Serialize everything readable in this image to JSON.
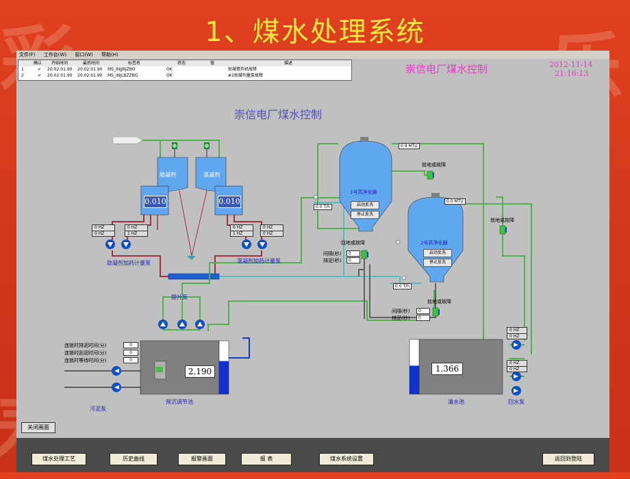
{
  "slide_title": "1、煤水处理系统",
  "menu": [
    "文件(F)",
    "工作台(W)",
    "窗口(W)",
    "帮助(H)"
  ],
  "alarm_table": {
    "headers": [
      "确认",
      "开始时间",
      "最后时间",
      "标签名",
      "状态",
      "值",
      "描述"
    ],
    "rows": [
      {
        "no": "1",
        "ack": "✔",
        "start": "20:02:01.90",
        "last": "20:02:01.90",
        "tag": "MS_INJJBJZBO",
        "state": "OK",
        "value": "",
        "desc": "助凝搅拌机故障"
      },
      {
        "no": "2",
        "ack": "✔",
        "start": "20:02:01.90",
        "last": "20:02:01.90",
        "tag": "MS_INJLBZZBO",
        "state": "OK",
        "value": "",
        "desc": "#2助凝剂量泵故障"
      }
    ]
  },
  "header": {
    "title": "崇信电厂煤水控制",
    "date": "2012-11-14",
    "time": "21:16:13"
  },
  "diagram_title": "崇信电厂煤水控制",
  "tanks": {
    "coagulant_aid": {
      "label": "助凝剂",
      "value": "0.010"
    },
    "coagulant": {
      "label": "混凝剂",
      "value": "0.010"
    }
  },
  "dosing_left": {
    "hz1": "0",
    "hz1_unit": "HZ",
    "hz2": "0",
    "hz2_unit": "HZ",
    "hz3": "0",
    "hz3_unit": "HZ",
    "hz4": "1",
    "hz4_unit": "HZ",
    "label": "助凝剂加药计量泵"
  },
  "dosing_right": {
    "hz1": "0",
    "hz1_unit": "HZ",
    "hz2": "1",
    "hz2_unit": "HZ",
    "hz3": "0",
    "hz3_unit": "HZ",
    "hz4": "0",
    "hz4_unit": "HZ",
    "label": "混凝剂加药计量泵"
  },
  "lift_pump_label": "提升泵",
  "purifier1": {
    "label": "1号高净化器",
    "start": "启动反洗",
    "stop": "停止反洗",
    "mtu": "0.9 MTU",
    "flow": "0.0 T/h",
    "fault": "就地或故障",
    "interval_label": "间隔(秒)",
    "interval": "0",
    "drain_label": "排泥(秒)",
    "drain": "0"
  },
  "purifier2": {
    "label": "2号高净化器",
    "start": "启动反洗",
    "stop": "停止反洗",
    "mtu": "0.0 MTU",
    "flow": "0.0 T/h",
    "fault": "就地或故障",
    "interval_label": "间隔(秒)",
    "interval": "0",
    "drain_label": "排泥(秒)",
    "drain": "0"
  },
  "fault_top": "就地或故障",
  "fault_right": "就地或故障",
  "interlock": [
    {
      "label": "连锁时排泥时间(分)",
      "value": "0"
    },
    {
      "label": "连锁时刮泥时间(分)",
      "value": "0"
    },
    {
      "label": "连锁时等待时间(分)",
      "value": "0"
    }
  ],
  "presettle": {
    "label": "预沉调节池",
    "value": "2.190",
    "level": 0.62
  },
  "sludge_pump_label": "污泥泵",
  "clear_tank": {
    "label": "清水池",
    "value": "1.366",
    "level": 0.52
  },
  "return_pump": {
    "label": "回水泵",
    "hz": [
      "0",
      "0",
      "0",
      "0"
    ],
    "unit": "HZ"
  },
  "close_btn": "关闭画面",
  "nav": [
    "煤水处理工艺",
    "历史曲线",
    "报警画面",
    "报  表",
    "煤水系统设置",
    "返回到登陆"
  ],
  "colors": {
    "pipe_green": "#50b050",
    "pipe_cyan": "#50c0c0",
    "pipe_red": "#a03040",
    "pipe_white": "#f0f0f0",
    "tank_blue": "#5fa8f0",
    "pump_blue": "#1050c0",
    "lcd_blue": "#3c5ab0",
    "tank_gray": "#808080"
  }
}
